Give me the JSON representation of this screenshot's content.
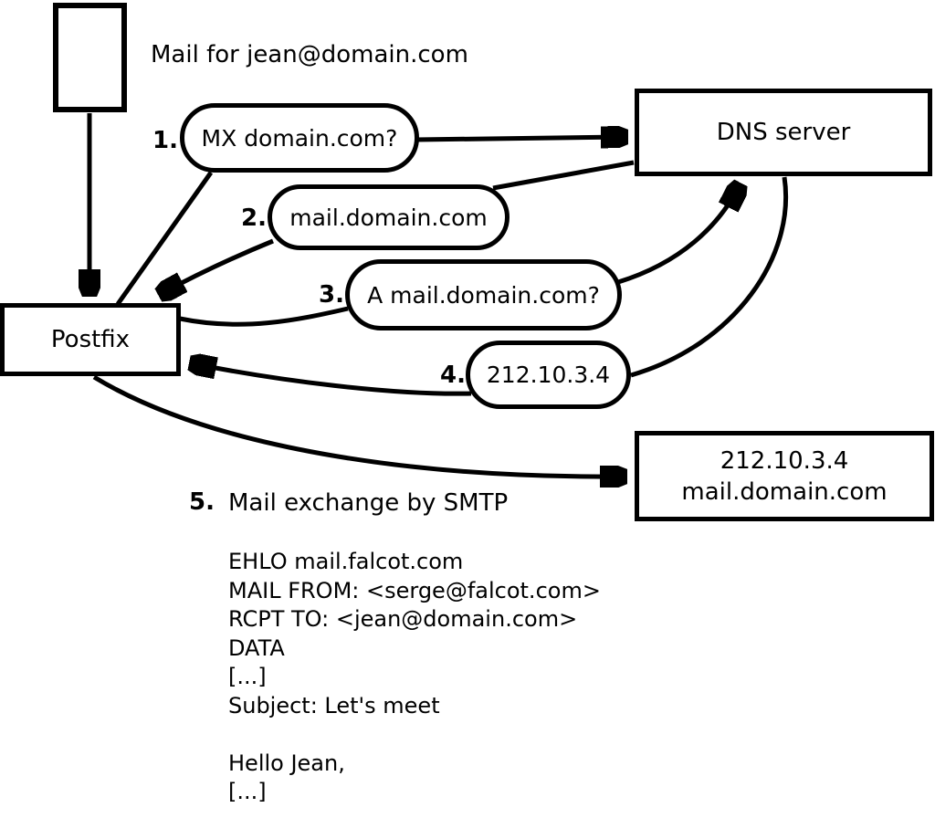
{
  "title": "Mail for jean@domain.com",
  "nodes": {
    "postfix": "Postfix",
    "dns_server": "DNS server",
    "target_ip": "212.10.3.4",
    "target_hostname": "mail.domain.com"
  },
  "steps": [
    {
      "num": "1.",
      "label": "MX domain.com?"
    },
    {
      "num": "2.",
      "label": "mail.domain.com"
    },
    {
      "num": "3.",
      "label": "A mail.domain.com?"
    },
    {
      "num": "4.",
      "label": "212.10.3.4"
    },
    {
      "num": "5.",
      "label": "Mail exchange by SMTP"
    }
  ],
  "smtp_session": "EHLO mail.falcot.com\nMAIL FROM: <serge@falcot.com>\nRCPT TO: <jean@domain.com>\nDATA\n[...]\nSubject: Let's meet\n\nHello Jean,\n[...]\n\n.",
  "colors": {
    "foreground": "#000000",
    "background": "#ffffff"
  }
}
